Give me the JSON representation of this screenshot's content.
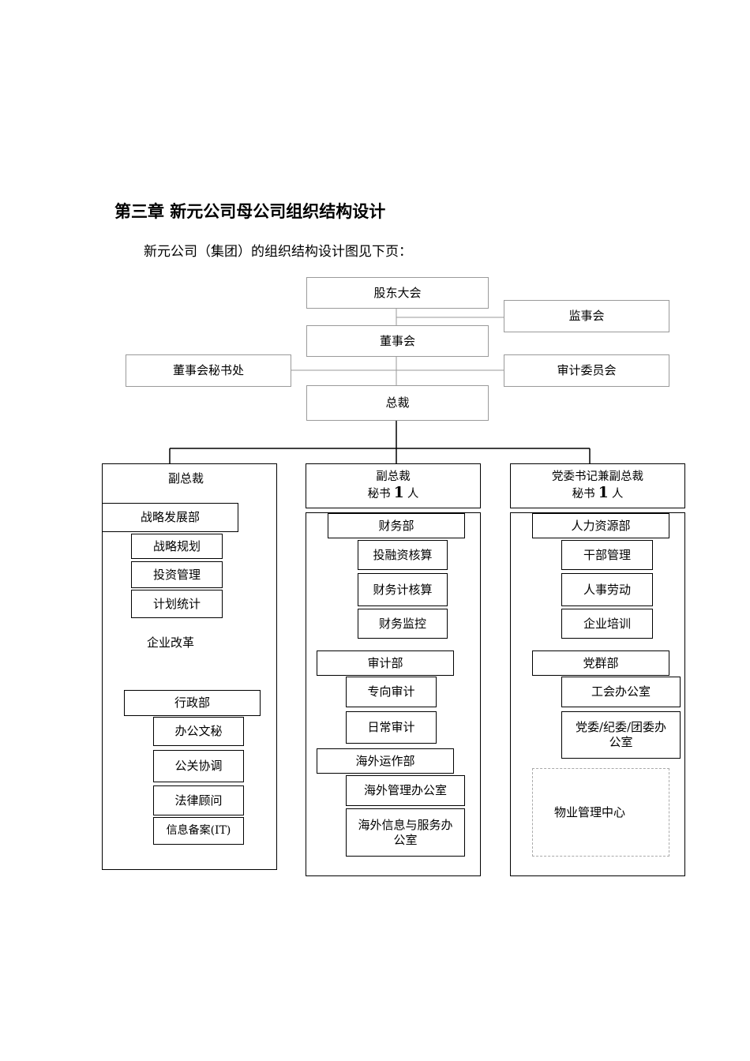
{
  "heading": "第三章  新元公司母公司组织结构设计",
  "intro": "新元公司（集团）的组织结构设计图见下页：",
  "top": {
    "shareholders": "股东大会",
    "supervisors": "监事会",
    "board": "董事会",
    "board_secretariat": "董事会秘书处",
    "audit_committee": "审计委员会",
    "president": "总裁"
  },
  "left": {
    "head": "副总裁",
    "strategy": {
      "name": "战略发展部",
      "subs": [
        "战略规划",
        "投资管理",
        "计划统计"
      ],
      "plain": "企业改革"
    },
    "admin": {
      "name": "行政部",
      "subs": [
        "办公文秘",
        "公关协调",
        "法律顾问",
        "信息备案(IT)"
      ]
    }
  },
  "middle": {
    "head": "副总裁",
    "sec_pre": "秘书",
    "sec_num": "1",
    "sec_post": "人",
    "finance": {
      "name": "财务部",
      "subs": [
        "投融资核算",
        "财务计核算",
        "财务监控"
      ]
    },
    "audit": {
      "name": "审计部",
      "subs": [
        "专向审计",
        "日常审计"
      ]
    },
    "overseas": {
      "name": "海外运作部",
      "subs": [
        "海外管理办公室",
        "海外信息与服务办公室"
      ]
    }
  },
  "right": {
    "head": "党委书记兼副总裁",
    "sec_pre": "秘书",
    "sec_num": "1",
    "sec_post": "人",
    "hr": {
      "name": "人力资源部",
      "subs": [
        "干部管理",
        "人事劳动",
        "企业培训"
      ]
    },
    "party": {
      "name": "党群部",
      "subs": [
        "工会办公室",
        "党委/纪委/团委办公室"
      ]
    },
    "property": "物业管理中心"
  }
}
